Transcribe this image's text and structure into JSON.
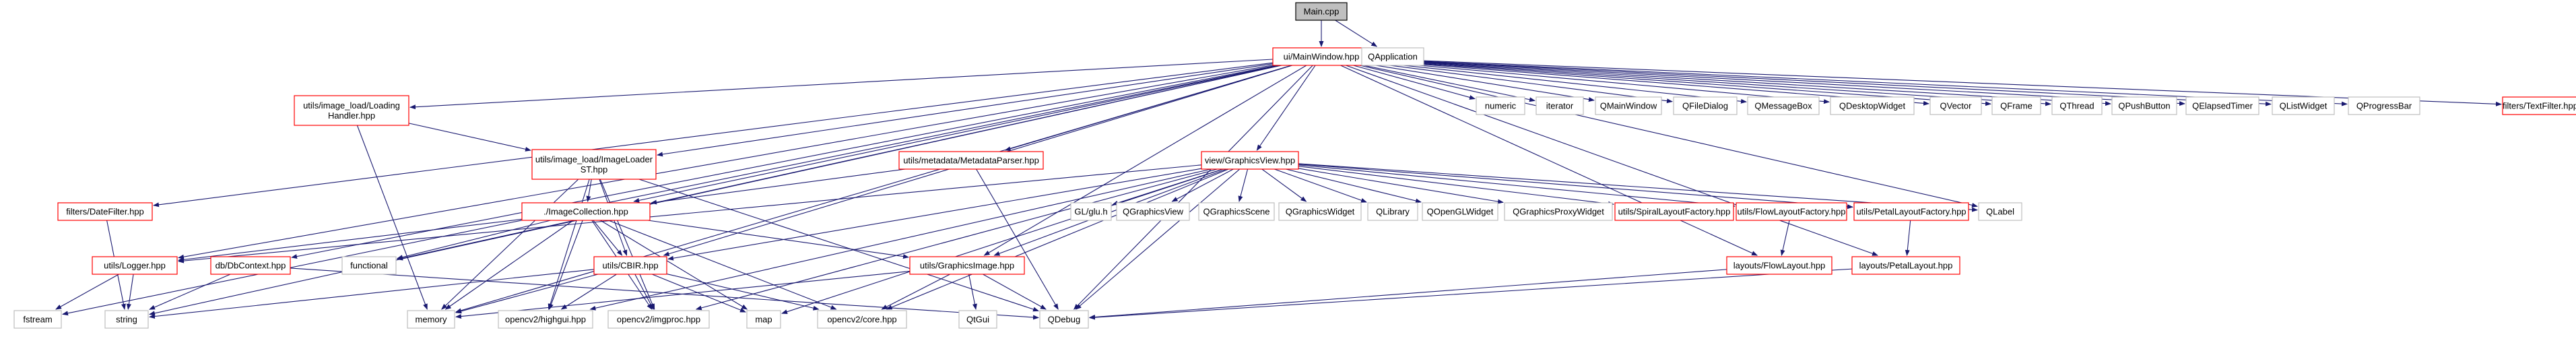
{
  "colors": {
    "root_fill": "#bfbfbf",
    "root_stroke": "#000000",
    "missing_stroke": "#bfbfbf",
    "documented_stroke": "#ff0000",
    "edge_stroke": "#191970"
  },
  "nodes": {
    "main": {
      "label": "Main.cpp",
      "kind": "root"
    },
    "mainwindow": {
      "label": "ui/MainWindow.hpp",
      "kind": "documented"
    },
    "qapplication": {
      "label": "QApplication",
      "kind": "missing"
    },
    "loading_handler": {
      "label": "utils/image_load/Loading\nHandler.hpp",
      "kind": "documented"
    },
    "image_loader_st": {
      "label": "utils/image_load/ImageLoader\nST.hpp",
      "kind": "documented"
    },
    "metadata_parser": {
      "label": "utils/metadata/MetadataParser.hpp",
      "kind": "documented"
    },
    "date_filter": {
      "label": "filters/DateFilter.hpp",
      "kind": "documented"
    },
    "text_filter": {
      "label": "filters/TextFilter.hpp",
      "kind": "documented"
    },
    "graphics_view": {
      "label": "view/GraphicsView.hpp",
      "kind": "documented"
    },
    "image_collection": {
      "label": "./ImageCollection.hpp",
      "kind": "documented"
    },
    "logger": {
      "label": "utils/Logger.hpp",
      "kind": "documented"
    },
    "dbcontext": {
      "label": "db/DbContext.hpp",
      "kind": "documented"
    },
    "cbir": {
      "label": "utils/CBIR.hpp",
      "kind": "documented"
    },
    "graphics_image": {
      "label": "utils/GraphicsImage.hpp",
      "kind": "documented"
    },
    "spiral_factory": {
      "label": "utils/SpiralLayoutFactory.hpp",
      "kind": "documented"
    },
    "flow_factory": {
      "label": "utils/FlowLayoutFactory.hpp",
      "kind": "documented"
    },
    "petal_factory": {
      "label": "utils/PetalLayoutFactory.hpp",
      "kind": "documented"
    },
    "flow_layout": {
      "label": "layouts/FlowLayout.hpp",
      "kind": "documented"
    },
    "petal_layout": {
      "label": "layouts/PetalLayout.hpp",
      "kind": "documented"
    },
    "numeric": {
      "label": "numeric",
      "kind": "missing"
    },
    "iterator": {
      "label": "iterator",
      "kind": "missing"
    },
    "qmainwindow": {
      "label": "QMainWindow",
      "kind": "missing"
    },
    "qfiledialog": {
      "label": "QFileDialog",
      "kind": "missing"
    },
    "qmessagebox": {
      "label": "QMessageBox",
      "kind": "missing"
    },
    "qdesktopwidget": {
      "label": "QDesktopWidget",
      "kind": "missing"
    },
    "qvector": {
      "label": "QVector",
      "kind": "missing"
    },
    "qframe": {
      "label": "QFrame",
      "kind": "missing"
    },
    "qthread": {
      "label": "QThread",
      "kind": "missing"
    },
    "qpushbutton": {
      "label": "QPushButton",
      "kind": "missing"
    },
    "qelapsedtimer": {
      "label": "QElapsedTimer",
      "kind": "missing"
    },
    "qlistwidget": {
      "label": "QListWidget",
      "kind": "missing"
    },
    "qprogressbar": {
      "label": "QProgressBar",
      "kind": "missing"
    },
    "glu": {
      "label": "GL/glu.h",
      "kind": "missing"
    },
    "qgraphicsview": {
      "label": "QGraphicsView",
      "kind": "missing"
    },
    "qgraphicsscene": {
      "label": "QGraphicsScene",
      "kind": "missing"
    },
    "qgraphicswidget": {
      "label": "QGraphicsWidget",
      "kind": "missing"
    },
    "qlibrary": {
      "label": "QLibrary",
      "kind": "missing"
    },
    "qopenglwidget": {
      "label": "QOpenGLWidget",
      "kind": "missing"
    },
    "qgraphicsproxywidget": {
      "label": "QGraphicsProxyWidget",
      "kind": "missing"
    },
    "qlabel": {
      "label": "QLabel",
      "kind": "missing"
    },
    "functional": {
      "label": "functional",
      "kind": "missing"
    },
    "fstream": {
      "label": "fstream",
      "kind": "missing"
    },
    "string": {
      "label": "string",
      "kind": "missing"
    },
    "memory": {
      "label": "memory",
      "kind": "missing"
    },
    "highgui": {
      "label": "opencv2/highgui.hpp",
      "kind": "missing"
    },
    "imgproc": {
      "label": "opencv2/imgproc.hpp",
      "kind": "missing"
    },
    "map": {
      "label": "map",
      "kind": "missing"
    },
    "core": {
      "label": "opencv2/core.hpp",
      "kind": "missing"
    },
    "qtgui": {
      "label": "QtGui",
      "kind": "missing"
    },
    "qdebug": {
      "label": "QDebug",
      "kind": "missing"
    }
  },
  "edges": [
    [
      "main",
      "mainwindow"
    ],
    [
      "main",
      "qapplication"
    ],
    [
      "mainwindow",
      "loading_handler"
    ],
    [
      "mainwindow",
      "image_loader_st"
    ],
    [
      "mainwindow",
      "metadata_parser"
    ],
    [
      "mainwindow",
      "date_filter"
    ],
    [
      "mainwindow",
      "text_filter"
    ],
    [
      "mainwindow",
      "graphics_view"
    ],
    [
      "mainwindow",
      "image_collection"
    ],
    [
      "mainwindow",
      "logger"
    ],
    [
      "mainwindow",
      "dbcontext"
    ],
    [
      "mainwindow",
      "cbir"
    ],
    [
      "mainwindow",
      "graphics_image"
    ],
    [
      "mainwindow",
      "numeric"
    ],
    [
      "mainwindow",
      "iterator"
    ],
    [
      "mainwindow",
      "qmainwindow"
    ],
    [
      "mainwindow",
      "qfiledialog"
    ],
    [
      "mainwindow",
      "qmessagebox"
    ],
    [
      "mainwindow",
      "qdesktopwidget"
    ],
    [
      "mainwindow",
      "qvector"
    ],
    [
      "mainwindow",
      "qframe"
    ],
    [
      "mainwindow",
      "qthread"
    ],
    [
      "mainwindow",
      "qpushbutton"
    ],
    [
      "mainwindow",
      "qelapsedtimer"
    ],
    [
      "mainwindow",
      "qlistwidget"
    ],
    [
      "mainwindow",
      "qprogressbar"
    ],
    [
      "mainwindow",
      "fstream"
    ],
    [
      "mainwindow",
      "string"
    ],
    [
      "mainwindow",
      "memory"
    ],
    [
      "mainwindow",
      "functional"
    ],
    [
      "mainwindow",
      "qlabel"
    ],
    [
      "mainwindow",
      "flow_layout"
    ],
    [
      "mainwindow",
      "petal_layout"
    ],
    [
      "mainwindow",
      "qdebug"
    ],
    [
      "loading_handler",
      "image_loader_st"
    ],
    [
      "loading_handler",
      "memory"
    ],
    [
      "image_loader_st",
      "image_collection"
    ],
    [
      "image_loader_st",
      "cbir"
    ],
    [
      "image_loader_st",
      "highgui"
    ],
    [
      "image_loader_st",
      "imgproc"
    ],
    [
      "image_loader_st",
      "memory"
    ],
    [
      "image_loader_st",
      "qdebug"
    ],
    [
      "metadata_parser",
      "image_collection"
    ],
    [
      "metadata_parser",
      "qdebug"
    ],
    [
      "date_filter",
      "string"
    ],
    [
      "graphics_view",
      "glu"
    ],
    [
      "graphics_view",
      "qgraphicsview"
    ],
    [
      "graphics_view",
      "qgraphicsscene"
    ],
    [
      "graphics_view",
      "qgraphicswidget"
    ],
    [
      "graphics_view",
      "qlibrary"
    ],
    [
      "graphics_view",
      "qopenglwidget"
    ],
    [
      "graphics_view",
      "qgraphicsproxywidget"
    ],
    [
      "graphics_view",
      "spiral_factory"
    ],
    [
      "graphics_view",
      "flow_factory"
    ],
    [
      "graphics_view",
      "petal_factory"
    ],
    [
      "graphics_view",
      "qlabel"
    ],
    [
      "graphics_view",
      "graphics_image"
    ],
    [
      "graphics_view",
      "logger"
    ],
    [
      "graphics_view",
      "cbir"
    ],
    [
      "graphics_view",
      "highgui"
    ],
    [
      "graphics_view",
      "imgproc"
    ],
    [
      "graphics_view",
      "core"
    ],
    [
      "graphics_view",
      "map"
    ],
    [
      "graphics_view",
      "qdebug"
    ],
    [
      "image_collection",
      "logger"
    ],
    [
      "image_collection",
      "cbir"
    ],
    [
      "image_collection",
      "graphics_image"
    ],
    [
      "image_collection",
      "functional"
    ],
    [
      "image_collection",
      "memory"
    ],
    [
      "image_collection",
      "highgui"
    ],
    [
      "image_collection",
      "imgproc"
    ],
    [
      "image_collection",
      "map"
    ],
    [
      "image_collection",
      "core"
    ],
    [
      "logger",
      "fstream"
    ],
    [
      "logger",
      "string"
    ],
    [
      "dbcontext",
      "string"
    ],
    [
      "dbcontext",
      "qdebug"
    ],
    [
      "cbir",
      "string"
    ],
    [
      "cbir",
      "memory"
    ],
    [
      "cbir",
      "highgui"
    ],
    [
      "cbir",
      "imgproc"
    ],
    [
      "cbir",
      "map"
    ],
    [
      "cbir",
      "core"
    ],
    [
      "graphics_image",
      "memory"
    ],
    [
      "graphics_image",
      "core"
    ],
    [
      "graphics_image",
      "qtgui"
    ],
    [
      "graphics_image",
      "qdebug"
    ],
    [
      "flow_factory",
      "flow_layout"
    ],
    [
      "petal_factory",
      "petal_layout"
    ],
    [
      "flow_layout",
      "qdebug"
    ],
    [
      "petal_layout",
      "qdebug"
    ]
  ]
}
